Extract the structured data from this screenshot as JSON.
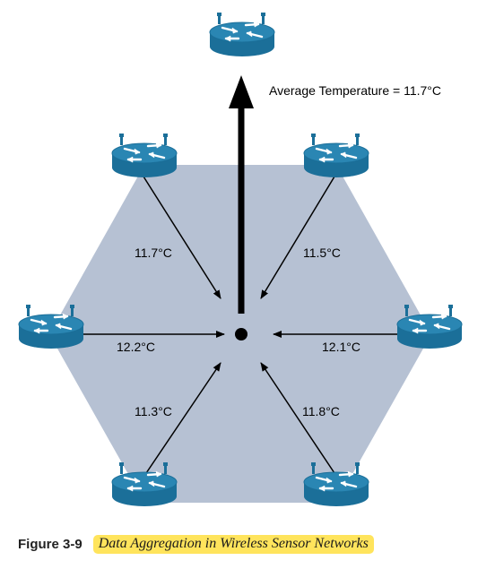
{
  "diagram": {
    "result_label": "Average Temperature = 11.7°C",
    "sensors": [
      {
        "id": "top-left",
        "reading": "11.7°C"
      },
      {
        "id": "top-right",
        "reading": "11.5°C"
      },
      {
        "id": "left",
        "reading": "12.2°C"
      },
      {
        "id": "right",
        "reading": "12.1°C"
      },
      {
        "id": "bottom-left",
        "reading": "11.3°C"
      },
      {
        "id": "bottom-right",
        "reading": "11.8°C"
      }
    ],
    "colors": {
      "hexagon_fill": "#b6c1d3",
      "router_body": "#1b6f99",
      "router_top": "#2a86b3",
      "arrow": "#000000",
      "caption_highlight": "#ffe45c"
    },
    "icons": [
      "router-icon",
      "aggregation-node-icon"
    ]
  },
  "caption": {
    "figure_number": "Figure 3-9",
    "title": "Data Aggregation in Wireless Sensor Networks"
  }
}
